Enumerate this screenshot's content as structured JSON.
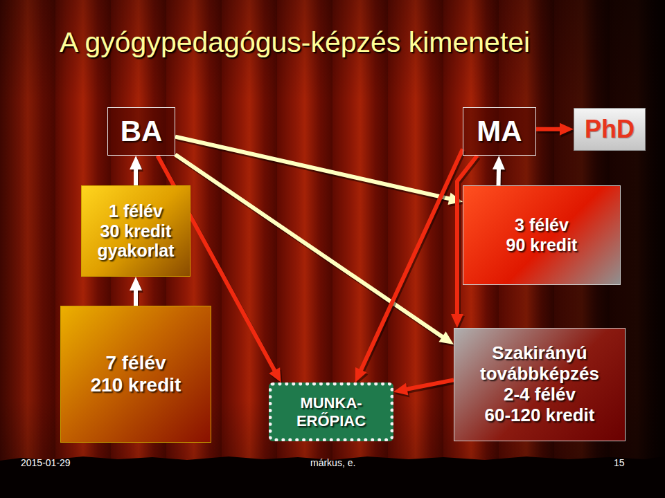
{
  "diagram": {
    "title": "A gyógypedagógus-képzés kimenetei",
    "nodes": [
      {
        "text": [
          "BA"
        ]
      },
      {
        "text": [
          "MA"
        ]
      },
      {
        "text": [
          "PhD"
        ]
      },
      {
        "text": [
          "1 félév 30 kredit gyakorlat"
        ]
      },
      {
        "text": [
          "3 félév 90 kredit"
        ]
      },
      {
        "text": [
          "7 félév 210 kredit"
        ]
      },
      {
        "text": [
          "MUNKA- ERŐPIAC"
        ]
      },
      {
        "text": [
          "Szakirányú továbbképzés 2-4 félév 60-120 kredit"
        ]
      }
    ],
    "edges": [
      {
        "from": 5,
        "to": 3,
        "arrow": "to"
      },
      {
        "from": 3,
        "to": 0,
        "arrow": "to"
      },
      {
        "from": 0,
        "to": 4,
        "arrow": "to"
      },
      {
        "from": 0,
        "to": 7,
        "arrow": "to"
      },
      {
        "from": 0,
        "to": 6,
        "arrow": "to"
      },
      {
        "from": 1,
        "to": 6,
        "arrow": "to"
      },
      {
        "from": 1,
        "to": 7,
        "arrow": "to"
      },
      {
        "from": 4,
        "to": 1,
        "arrow": "to"
      },
      {
        "from": 1,
        "to": 2,
        "arrow": "to"
      },
      {
        "from": 7,
        "to": 6,
        "arrow": "to"
      }
    ],
    "labels": [
      "2015-01-29",
      "márkus, e.",
      "15"
    ]
  }
}
